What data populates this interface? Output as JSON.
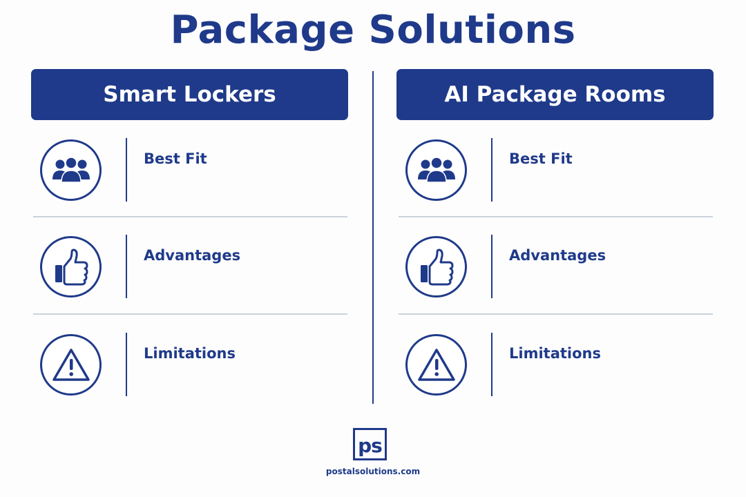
{
  "title": "Package Solutions",
  "colors": {
    "primary": "#1f3a8a",
    "separator": "#c9d2dc",
    "background": "#fdfdfd"
  },
  "columns": [
    {
      "header": "Smart Lockers",
      "rows": [
        {
          "icon": "people-icon",
          "label": "Best Fit"
        },
        {
          "icon": "thumbs-up-icon",
          "label": "Advantages"
        },
        {
          "icon": "warning-icon",
          "label": "Limitations"
        }
      ]
    },
    {
      "header": "AI Package Rooms",
      "rows": [
        {
          "icon": "people-icon",
          "label": "Best Fit"
        },
        {
          "icon": "thumbs-up-icon",
          "label": "Advantages"
        },
        {
          "icon": "warning-icon",
          "label": "Limitations"
        }
      ]
    }
  ],
  "logo": {
    "mark": "ps",
    "url": "postalsolutions.com"
  }
}
